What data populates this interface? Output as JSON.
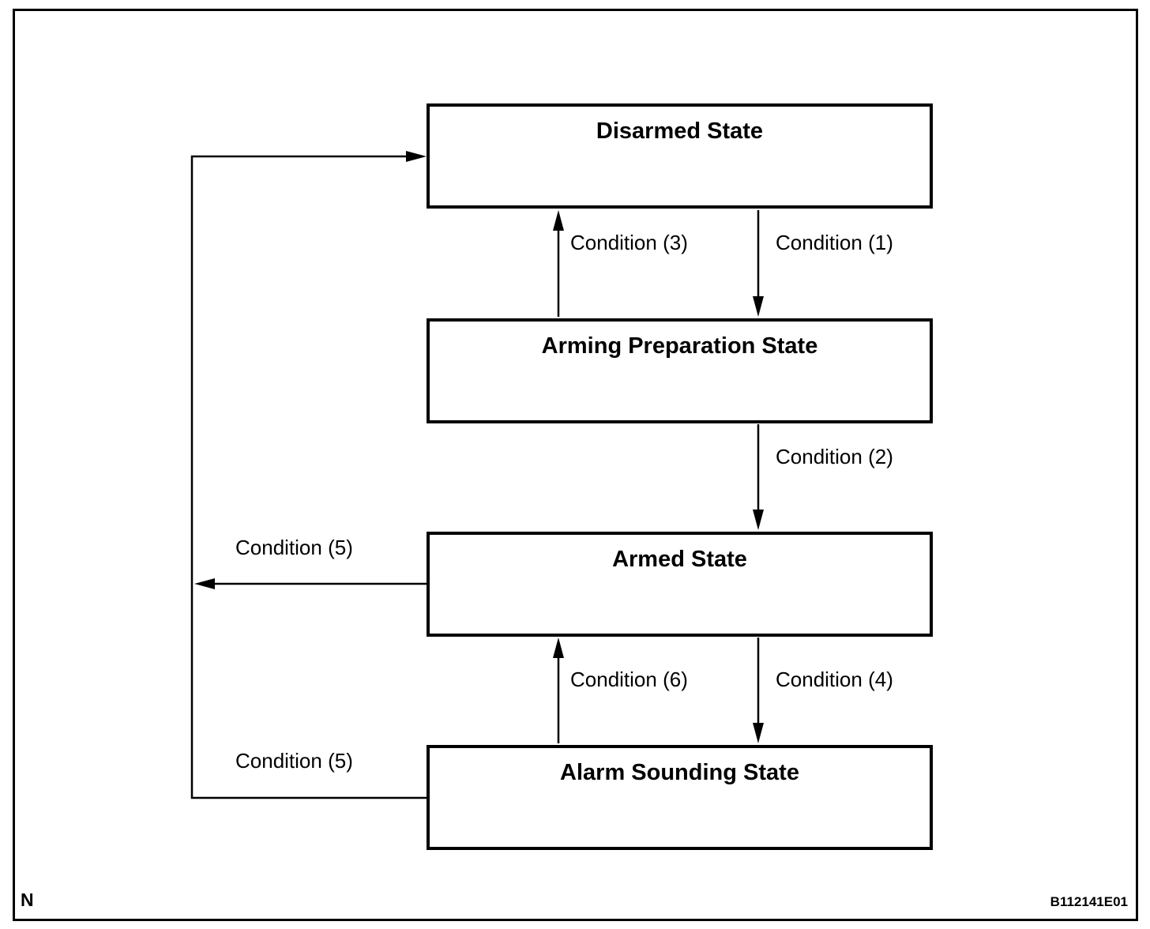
{
  "diagram": {
    "description": "Security system state transition diagram",
    "states": [
      {
        "id": "disarmed",
        "label": "Disarmed State"
      },
      {
        "id": "arming-preparation",
        "label": "Arming Preparation State"
      },
      {
        "id": "armed",
        "label": "Armed State"
      },
      {
        "id": "alarm-sounding",
        "label": "Alarm Sounding State"
      }
    ],
    "transitions": [
      {
        "label": "Condition (1)",
        "from": "Disarmed State",
        "to": "Arming Preparation State",
        "direction": "down"
      },
      {
        "label": "Condition (2)",
        "from": "Arming Preparation State",
        "to": "Armed State",
        "direction": "down"
      },
      {
        "label": "Condition (3)",
        "from": "Arming Preparation State",
        "to": "Disarmed State",
        "direction": "up"
      },
      {
        "label": "Condition (4)",
        "from": "Armed State",
        "to": "Alarm Sounding State",
        "direction": "down"
      },
      {
        "label": "Condition (5)",
        "from": "Armed State",
        "to": "Disarmed State",
        "direction": "left"
      },
      {
        "label": "Condition (5)",
        "from": "Alarm Sounding State",
        "to": "Disarmed State",
        "direction": "left-up-right"
      },
      {
        "label": "Condition (6)",
        "from": "Alarm Sounding State",
        "to": "Armed State",
        "direction": "up"
      }
    ]
  },
  "footer": {
    "page_marker": "N",
    "figure_code": "B112141E01"
  },
  "colors": {
    "line": "#000000",
    "background": "#ffffff",
    "text": "#000000"
  }
}
